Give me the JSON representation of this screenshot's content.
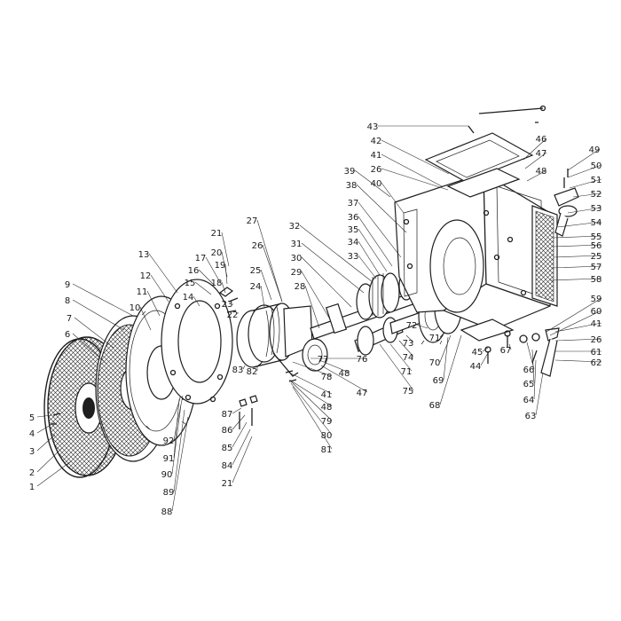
{
  "diagram": {
    "labels": [
      "1",
      "2",
      "3",
      "4",
      "5",
      "6",
      "7",
      "8",
      "9",
      "10",
      "11",
      "12",
      "13",
      "14",
      "15",
      "16",
      "17",
      "18",
      "19",
      "20",
      "21",
      "23",
      "22",
      "24",
      "25",
      "26",
      "27",
      "28",
      "29",
      "30",
      "31",
      "32",
      "33",
      "34",
      "35",
      "36",
      "37",
      "38",
      "39",
      "40",
      "41",
      "26",
      "42",
      "43",
      "44",
      "45",
      "46",
      "47",
      "48",
      "49",
      "50",
      "51",
      "52",
      "53",
      "54",
      "55",
      "56",
      "25",
      "57",
      "58",
      "59",
      "60",
      "41",
      "26",
      "61",
      "62",
      "63",
      "64",
      "65",
      "66",
      "67",
      "68",
      "69",
      "70",
      "71",
      "72",
      "73",
      "74",
      "71",
      "75",
      "76",
      "47",
      "48",
      "77",
      "78",
      "41",
      "48",
      "79",
      "80",
      "81",
      "82",
      "83",
      "87",
      "86",
      "85",
      "84",
      "21",
      "88",
      "89",
      "90",
      "91",
      "92"
    ],
    "colors": {
      "ink": "#1e1e1e",
      "paper": "#ffffff"
    }
  }
}
